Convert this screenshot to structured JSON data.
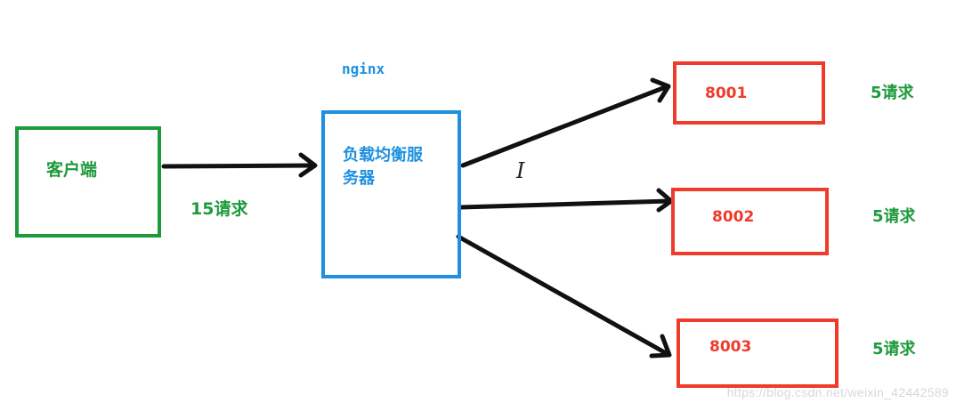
{
  "colors": {
    "client": "#1e9a3c",
    "nginx": "#1e90e0",
    "server": "#ee3b2b",
    "arrow": "#111111",
    "count": "#1e9a3c"
  },
  "client": {
    "label": "客户端"
  },
  "client_requests": "15请求",
  "nginx": {
    "title": "nginx",
    "label_line1": "负载均衡服",
    "label_line2": "务器"
  },
  "servers": [
    {
      "label": "8001",
      "requests": "5请求"
    },
    {
      "label": "8002",
      "requests": "5请求"
    },
    {
      "label": "8003",
      "requests": "5请求"
    }
  ],
  "cursor_glyph": "I",
  "watermark": "https://blog.csdn.net/weixin_42442589"
}
